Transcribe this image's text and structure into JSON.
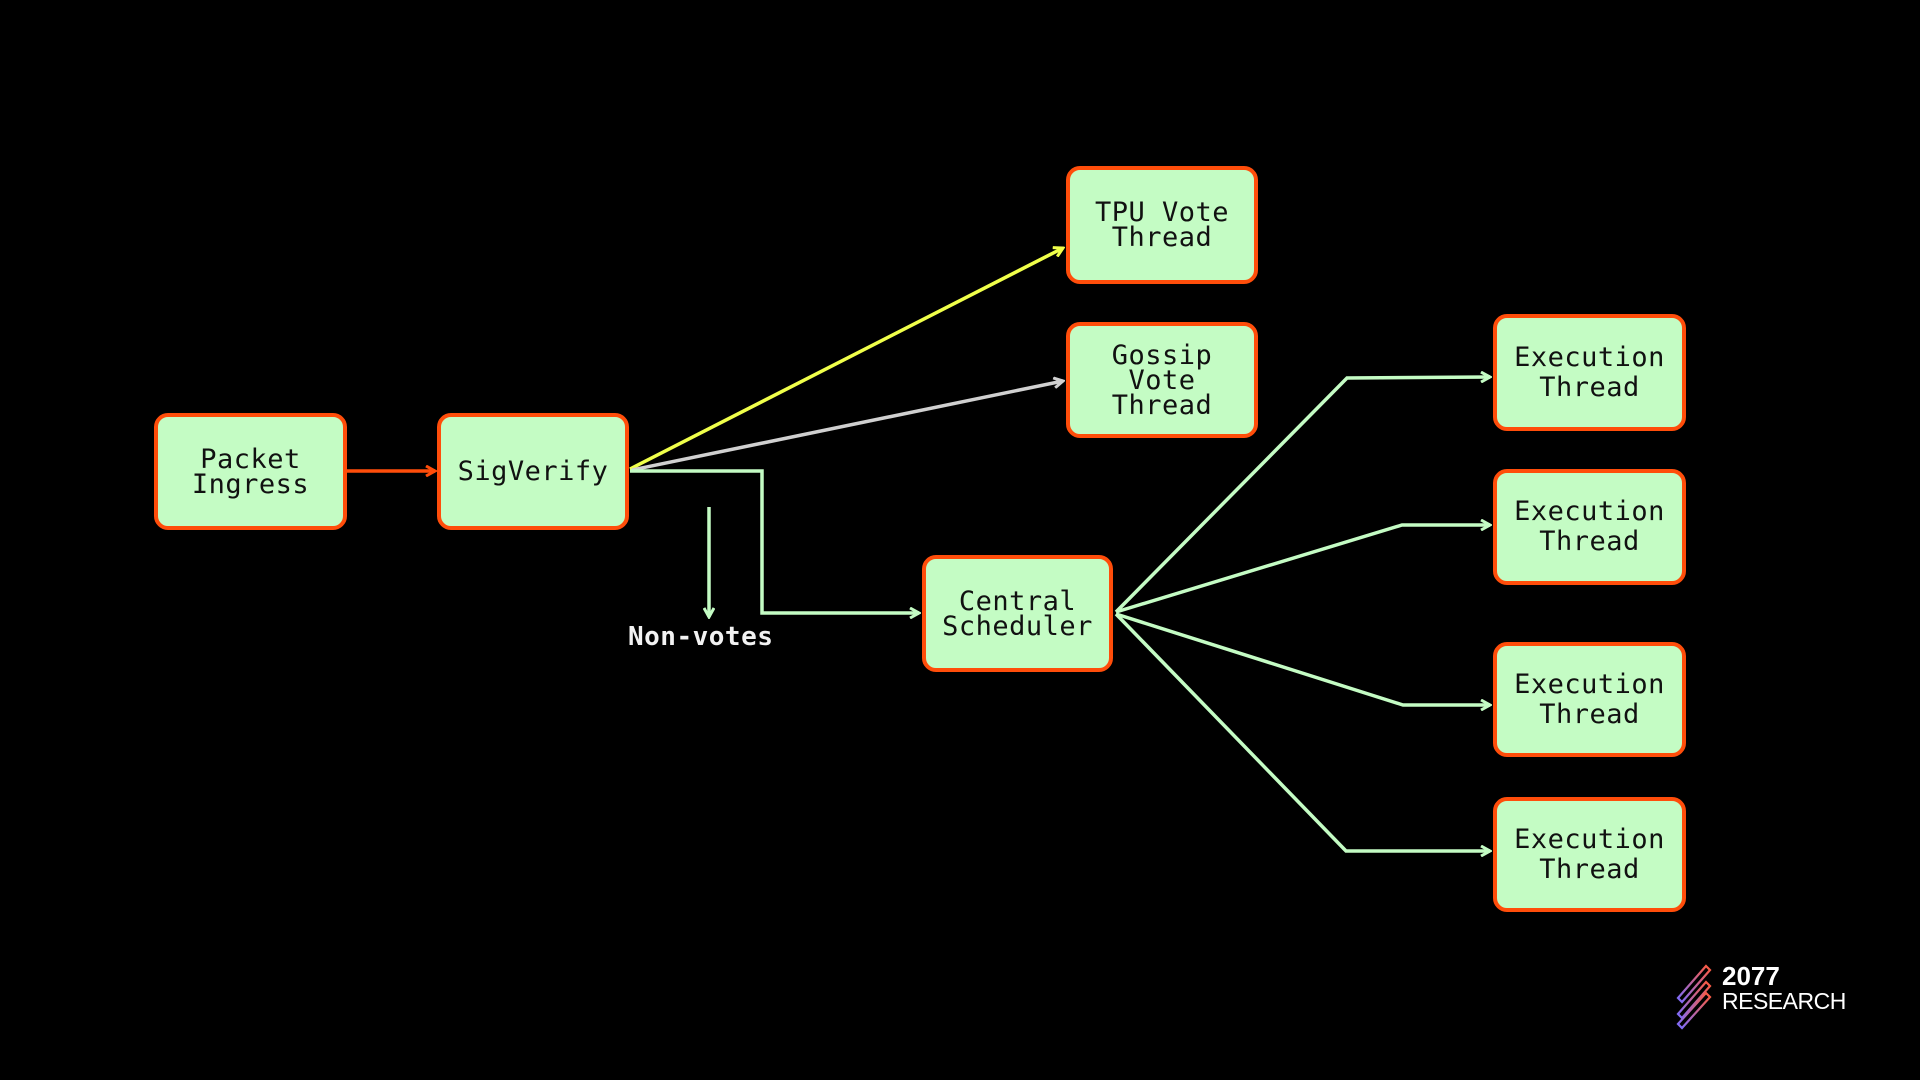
{
  "diagram": {
    "nodes": {
      "packet_ingress": "Packet\nIngress",
      "sigverify": "SigVerify",
      "tpu_vote": "TPU Vote\nThread",
      "gossip_vote": "Gossip\nVote\nThread",
      "central_scheduler": "Central\nScheduler",
      "exec_1": "Execution\nThread",
      "exec_2": "Execution\nThread",
      "exec_3": "Execution\nThread",
      "exec_4": "Execution\nThread"
    },
    "edges": [
      {
        "from": "packet_ingress",
        "to": "sigverify",
        "color": "#ff4d0a"
      },
      {
        "from": "sigverify",
        "to": "tpu_vote",
        "color": "#f0ff4a"
      },
      {
        "from": "sigverify",
        "to": "gossip_vote",
        "color": "#d0d0d0"
      },
      {
        "from": "sigverify",
        "to": "central_scheduler",
        "color": "#c4fcc4"
      },
      {
        "from": "central_scheduler",
        "to": "exec_1",
        "color": "#c4fcc4"
      },
      {
        "from": "central_scheduler",
        "to": "exec_2",
        "color": "#c4fcc4"
      },
      {
        "from": "central_scheduler",
        "to": "exec_3",
        "color": "#c4fcc4"
      },
      {
        "from": "central_scheduler",
        "to": "exec_4",
        "color": "#c4fcc4"
      }
    ],
    "annotation": "Non-votes",
    "colors": {
      "node_fill": "#c4fcc4",
      "node_border": "#ff4d0a",
      "background": "#000000"
    }
  },
  "branding": {
    "logo_number": "2077",
    "logo_word": "RESEARCH"
  }
}
